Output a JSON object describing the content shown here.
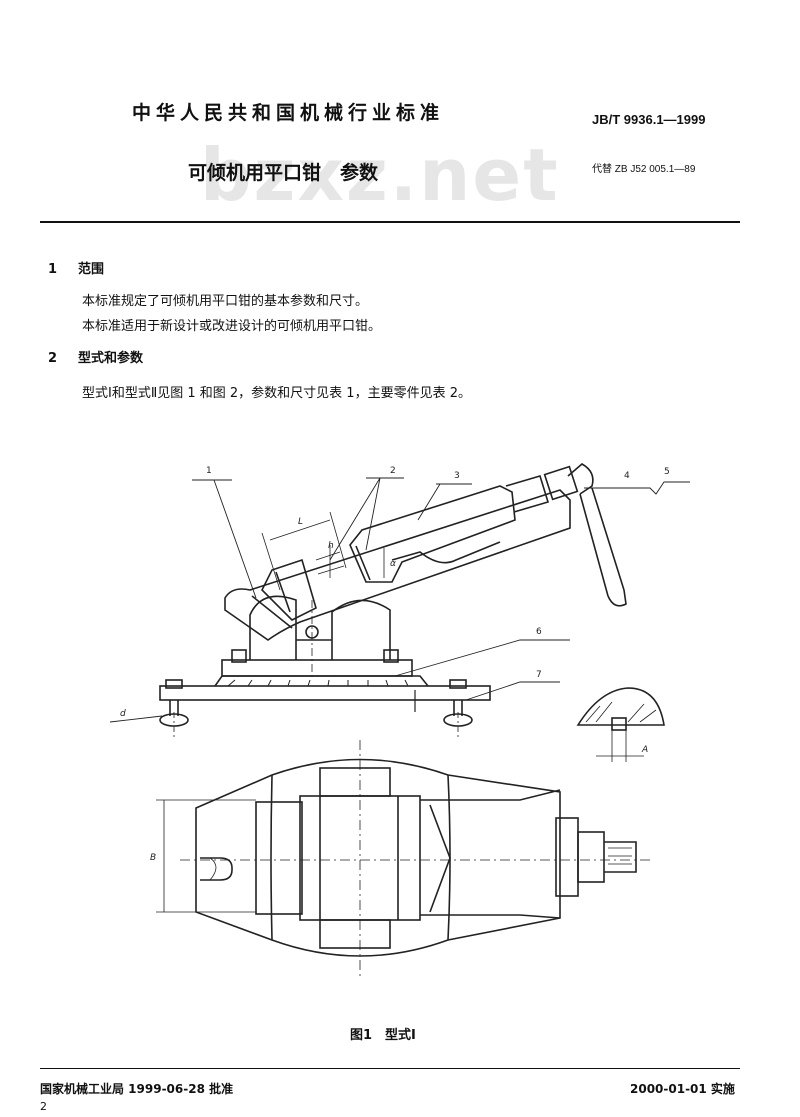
{
  "header": {
    "org_title": "中华人民共和国机械行业标准",
    "standard_code": "JB/T 9936.1—1999",
    "doc_title": "可倾机用平口钳　参数",
    "replaces": "代替 ZB J52 005.1—89",
    "watermark": "bzxz.net"
  },
  "sections": [
    {
      "number": "1",
      "title": "范围",
      "paragraphs": [
        "本标准规定了可倾机用平口钳的基本参数和尺寸。",
        "本标准适用于新设计或改进设计的可倾机用平口钳。"
      ]
    },
    {
      "number": "2",
      "title": "型式和参数",
      "paragraphs": [
        "型式Ⅰ和型式Ⅱ见图 1 和图 2，参数和尺寸见表 1，主要零件见表 2。"
      ]
    }
  ],
  "figure": {
    "callouts": [
      "1",
      "2",
      "3",
      "4",
      "5",
      "6",
      "7"
    ],
    "dim_labels": {
      "L": "L",
      "h": "h",
      "a": "α",
      "d": "d",
      "B": "B",
      "A": "A"
    },
    "caption": "图1　型式Ⅰ"
  },
  "footer": {
    "approval": "国家机械工业局 1999-06-28 批准",
    "effective": "2000-01-01 实施",
    "page_number": "2"
  }
}
